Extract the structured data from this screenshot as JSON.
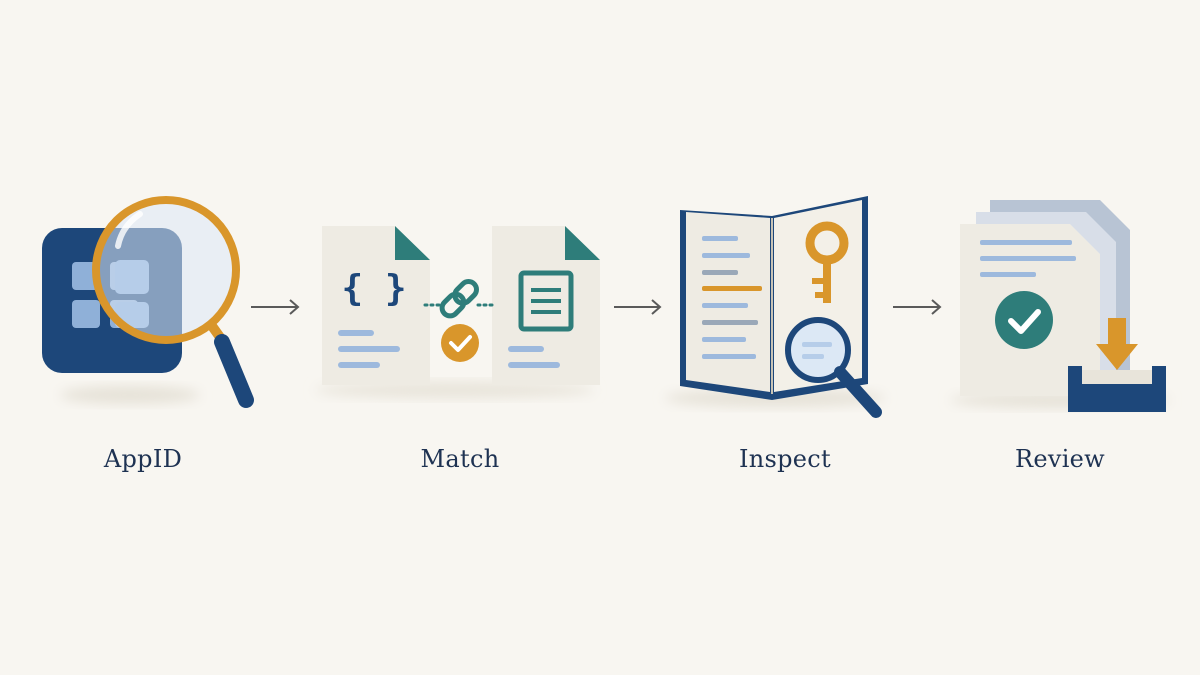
{
  "stages": [
    {
      "label": "AppID",
      "icon": "app-magnifier-icon"
    },
    {
      "label": "Match",
      "icon": "linked-documents-icon"
    },
    {
      "label": "Inspect",
      "icon": "book-key-icon"
    },
    {
      "label": "Review",
      "icon": "approved-documents-inbox-icon"
    }
  ],
  "connector_icon": "arrow-right-icon",
  "colors": {
    "background": "#f8f6f1",
    "navy": "#1e4a7a",
    "teal": "#2e7d7a",
    "gold": "#d9962b",
    "light_blue": "#a9c4e4",
    "paper": "#eeebe3",
    "label_text": "#1e3252"
  }
}
